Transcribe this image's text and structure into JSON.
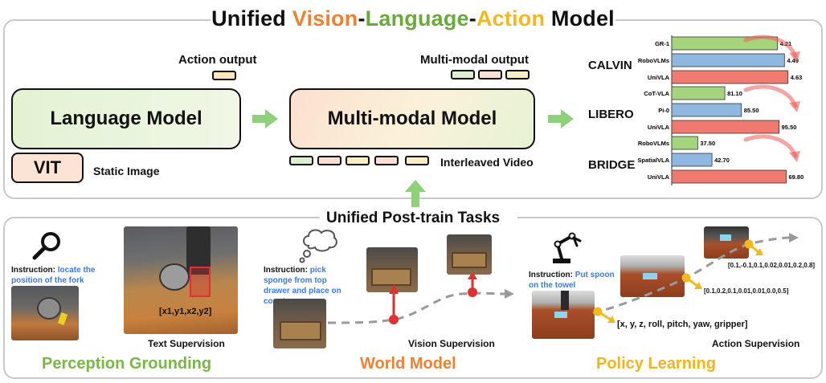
{
  "title": {
    "w1": "Unified",
    "w2": "Vision",
    "sep1": "-",
    "w3": "Language",
    "sep2": "-",
    "w4": "Action",
    "w5": "Model"
  },
  "colors": {
    "vision": "#f08030",
    "language": "#6aaa3a",
    "action": "#f2b820",
    "grounding": "#7ab648",
    "world": "#f08030",
    "policy": "#f0b520",
    "arrow": "#8fd07a"
  },
  "top": {
    "language_model": "Language Model",
    "vit": "VIT",
    "static_image": "Static Image",
    "action_output": "Action output",
    "multimodal_model": "Multi-modal Model",
    "multimodal_output": "Multi-modal output",
    "interleaved_video": "Interleaved Video"
  },
  "bottom": {
    "heading": "Unified Post-train Tasks",
    "perception": {
      "title": "Perception Grounding",
      "instruction_label": "Instruction:",
      "instruction_text": "locate the position of the fork",
      "bbox_text": "[x1,y1,x2,y2]",
      "supervision": "Text Supervision"
    },
    "world": {
      "title": "World Model",
      "instruction_label": "Instruction:",
      "instruction_text": "pick sponge from top drawer and place on counter",
      "supervision": "Vision Supervision"
    },
    "policy": {
      "title": "Policy Learning",
      "instruction_label": "Instruction:",
      "instruction_text": "Put spoon on the towel",
      "action_vec": "[x, y, z, roll, pitch, yaw, gripper]",
      "vec1": "[0.1,-0.1,0.1,0.02,0.01,0.2,0.8]",
      "vec2": "[0.1,0.2,0.1,0.01,0.01,0.0,0.5]",
      "supervision": "Action Supervision"
    }
  },
  "chart_data": [
    {
      "type": "bar",
      "benchmark": "CALVIN",
      "categories": [
        "GR-1",
        "RoboVLMs",
        "UniVLA"
      ],
      "values": [
        4.21,
        4.49,
        4.63
      ],
      "labels": [
        "4.21",
        "4.49",
        "4.63"
      ],
      "colors": [
        "#a6d47c",
        "#8fb8e0",
        "#f07a70"
      ],
      "xlim": [
        0,
        4.8
      ]
    },
    {
      "type": "bar",
      "benchmark": "LIBERO",
      "categories": [
        "CoT-VLA",
        "Pi-0",
        "UniVLA"
      ],
      "values": [
        81.1,
        85.5,
        95.5
      ],
      "labels": [
        "81.10",
        "85.50",
        "95.50"
      ],
      "colors": [
        "#a6d47c",
        "#8fb8e0",
        "#f07a70"
      ],
      "xlim": [
        67,
        99
      ]
    },
    {
      "type": "bar",
      "benchmark": "BRIDGE",
      "categories": [
        "RoboVLMs",
        "SpatialVLA",
        "UniVLA"
      ],
      "values": [
        37.5,
        42.7,
        69.8
      ],
      "labels": [
        "37.50",
        "42.70",
        "69.80"
      ],
      "colors": [
        "#a6d47c",
        "#8fb8e0",
        "#f07a70"
      ],
      "xlim": [
        28,
        72
      ]
    }
  ]
}
